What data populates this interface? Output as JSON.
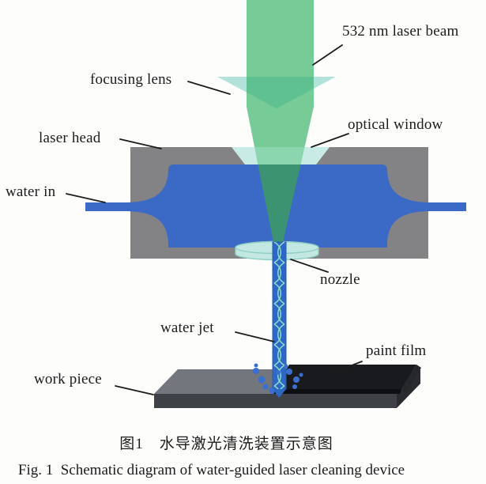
{
  "figure": {
    "labels": {
      "laser_beam": "532 nm laser beam",
      "focusing_lens": "focusing lens",
      "laser_head": "laser head",
      "optical_window": "optical window",
      "water_in": "water in",
      "nozzle": "nozzle",
      "water_jet": "water jet",
      "paint_film": "paint film",
      "work_piece": "work piece"
    },
    "caption_zh": "图1　水导激光清洗装置示意图",
    "caption_en": "Fig. 1  Schematic diagram of water-guided laser cleaning device"
  },
  "colors": {
    "background": "#fdfdfc",
    "ink": "#1c1c1c",
    "head_gray": "#838386",
    "water_blue": "#3a6ac6",
    "beam_green": "#76cb96",
    "beam_on_window": "#8bd5af",
    "beam_on_water": "#3c9372",
    "lens_teal": "#b2e2da",
    "lens_core": "#5fc092",
    "window_teal": "#c8ebe5",
    "nozzle_fill": "#c2e8e1",
    "nozzle_stroke": "#8fcfc5",
    "jet_blue": "#2d68c4",
    "jet_edge": "#2b5cb0",
    "jet_lattice": "#8edbc9",
    "droplet_blue": "#3a6fd0",
    "workpiece_top": "#73767c",
    "workpiece_front": "#3e4146",
    "workpiece_side": "#292b2f",
    "film_top": "#191a1e",
    "film_front": "#0e0f12",
    "film_side": "#26272b"
  }
}
